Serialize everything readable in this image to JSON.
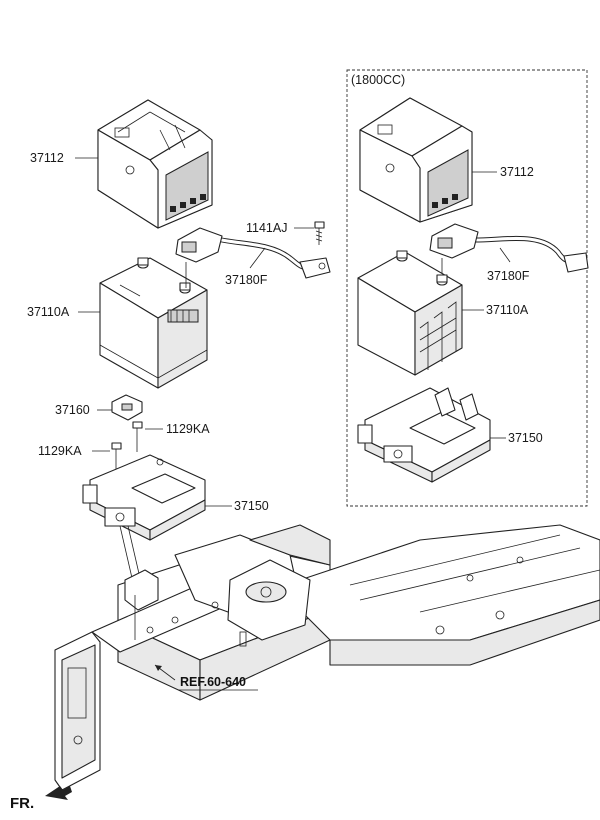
{
  "variant_box": {
    "label": "(1800CC)"
  },
  "callouts": {
    "tray_main": "37112",
    "tray_alt": "37112",
    "bolt_1141aj": "1141AJ",
    "cable_main": "37180F",
    "cable_alt": "37180F",
    "battery_main": "37110A",
    "battery_alt": "37110A",
    "clamp_37160": "37160",
    "bolt_1129ka_a": "1129KA",
    "bolt_1129ka_b": "1129KA",
    "bracket_main": "37150",
    "bracket_alt": "37150"
  },
  "reference": {
    "label": "REF.60-640"
  },
  "orientation": {
    "label": "FR."
  }
}
